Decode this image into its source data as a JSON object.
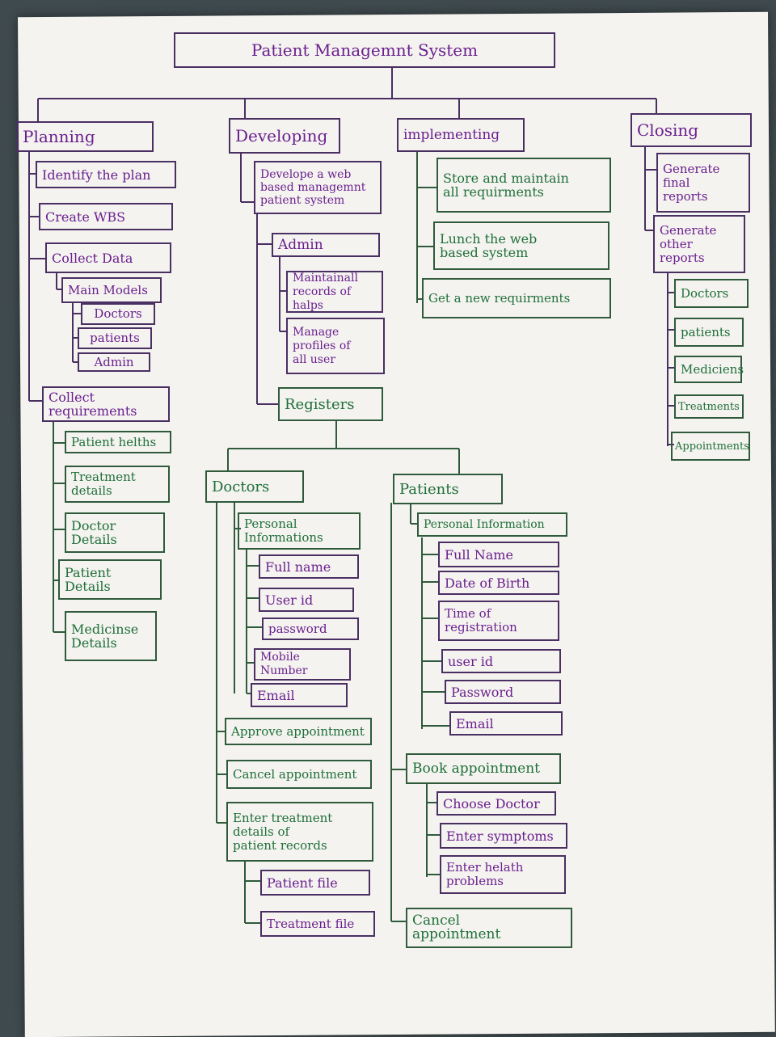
{
  "diagram": {
    "root": "Patient Managemnt  System",
    "planning": {
      "title": "Planning",
      "items": [
        "Identify the plan",
        "Create WBS",
        "Collect Data",
        "Main Models",
        "Doctors",
        "patients",
        "Admin",
        "Collect\nrequirements",
        "Patient helths",
        "Treatment\ndetails",
        "Doctor\nDetails",
        "Patient\nDetails",
        "Medicinse\nDetails"
      ]
    },
    "developing": {
      "title": "Developing",
      "items": [
        "Develope a web\nbased managemnt\npatient system",
        "Admin",
        "Maintainall\nrecords of halps",
        "Manage\nprofiles of\nall user",
        "Registers"
      ]
    },
    "doctors": {
      "title": "Doctors",
      "items": [
        "Personal\nInformations",
        "Full name",
        "User id",
        "password",
        "Mobile\nNumber",
        "Email",
        "Approve appointment",
        "Cancel appointment",
        "Enter treatment\ndetails of\npatient records",
        "Patient file",
        "Treatment file"
      ]
    },
    "patients": {
      "title": "Patients",
      "items": [
        "Personal Information",
        "Full Name",
        "Date of Birth",
        "Time of\nregistration",
        "user id",
        "Password",
        "Email",
        "Book appointment",
        "Choose Doctor",
        "Enter symptoms",
        "Enter helath\nproblems",
        "Cancel\nappointment"
      ]
    },
    "implementing": {
      "title": "implementing",
      "items": [
        "Store and maintain\nall requirments",
        "Lunch the web\nbased system",
        "Get a new requirments"
      ]
    },
    "closing": {
      "title": "Closing",
      "items": [
        "Generate\nfinal\nreports",
        "Generate\nother\nreports",
        "Doctors",
        "patients",
        "Mediciens",
        "Treatments",
        "Appointments"
      ]
    }
  }
}
